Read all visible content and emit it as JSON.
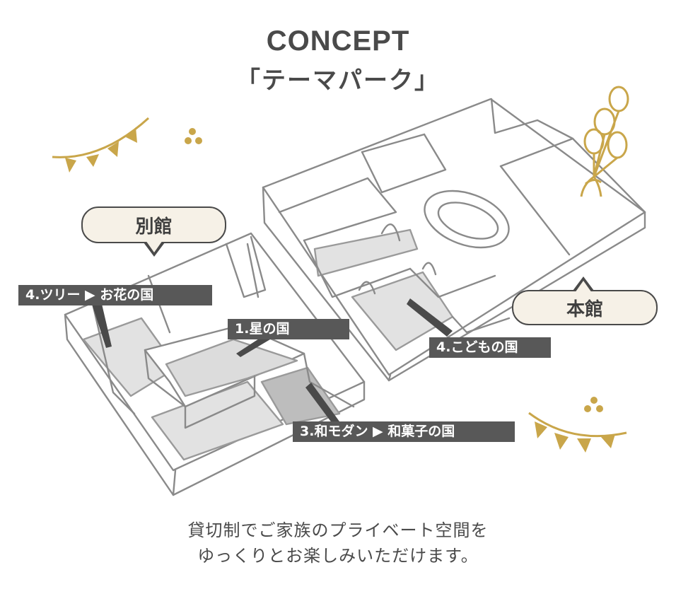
{
  "header": {
    "title": "CONCEPT",
    "subtitle": "「テーマパーク」"
  },
  "buildings": {
    "annex": "別館",
    "main": "本館"
  },
  "rooms": {
    "tree": "4.ツリー ▶ お花の国",
    "star": "1.星の国",
    "kids": "4.こどもの国",
    "wa": "3.和モダン ▶ 和菓子の国"
  },
  "caption": {
    "line1": "貸切制でご家族のプライベート空間を",
    "line2": "ゆっくりとお楽しみいただけます。"
  },
  "colors": {
    "text": "#4a4a4a",
    "label_bg": "#585858",
    "bubble_bg": "#f6f1e7",
    "gold": "#c9a64a",
    "floor_light": "#e2e2e2",
    "floor_dark": "#bdbdbd"
  }
}
